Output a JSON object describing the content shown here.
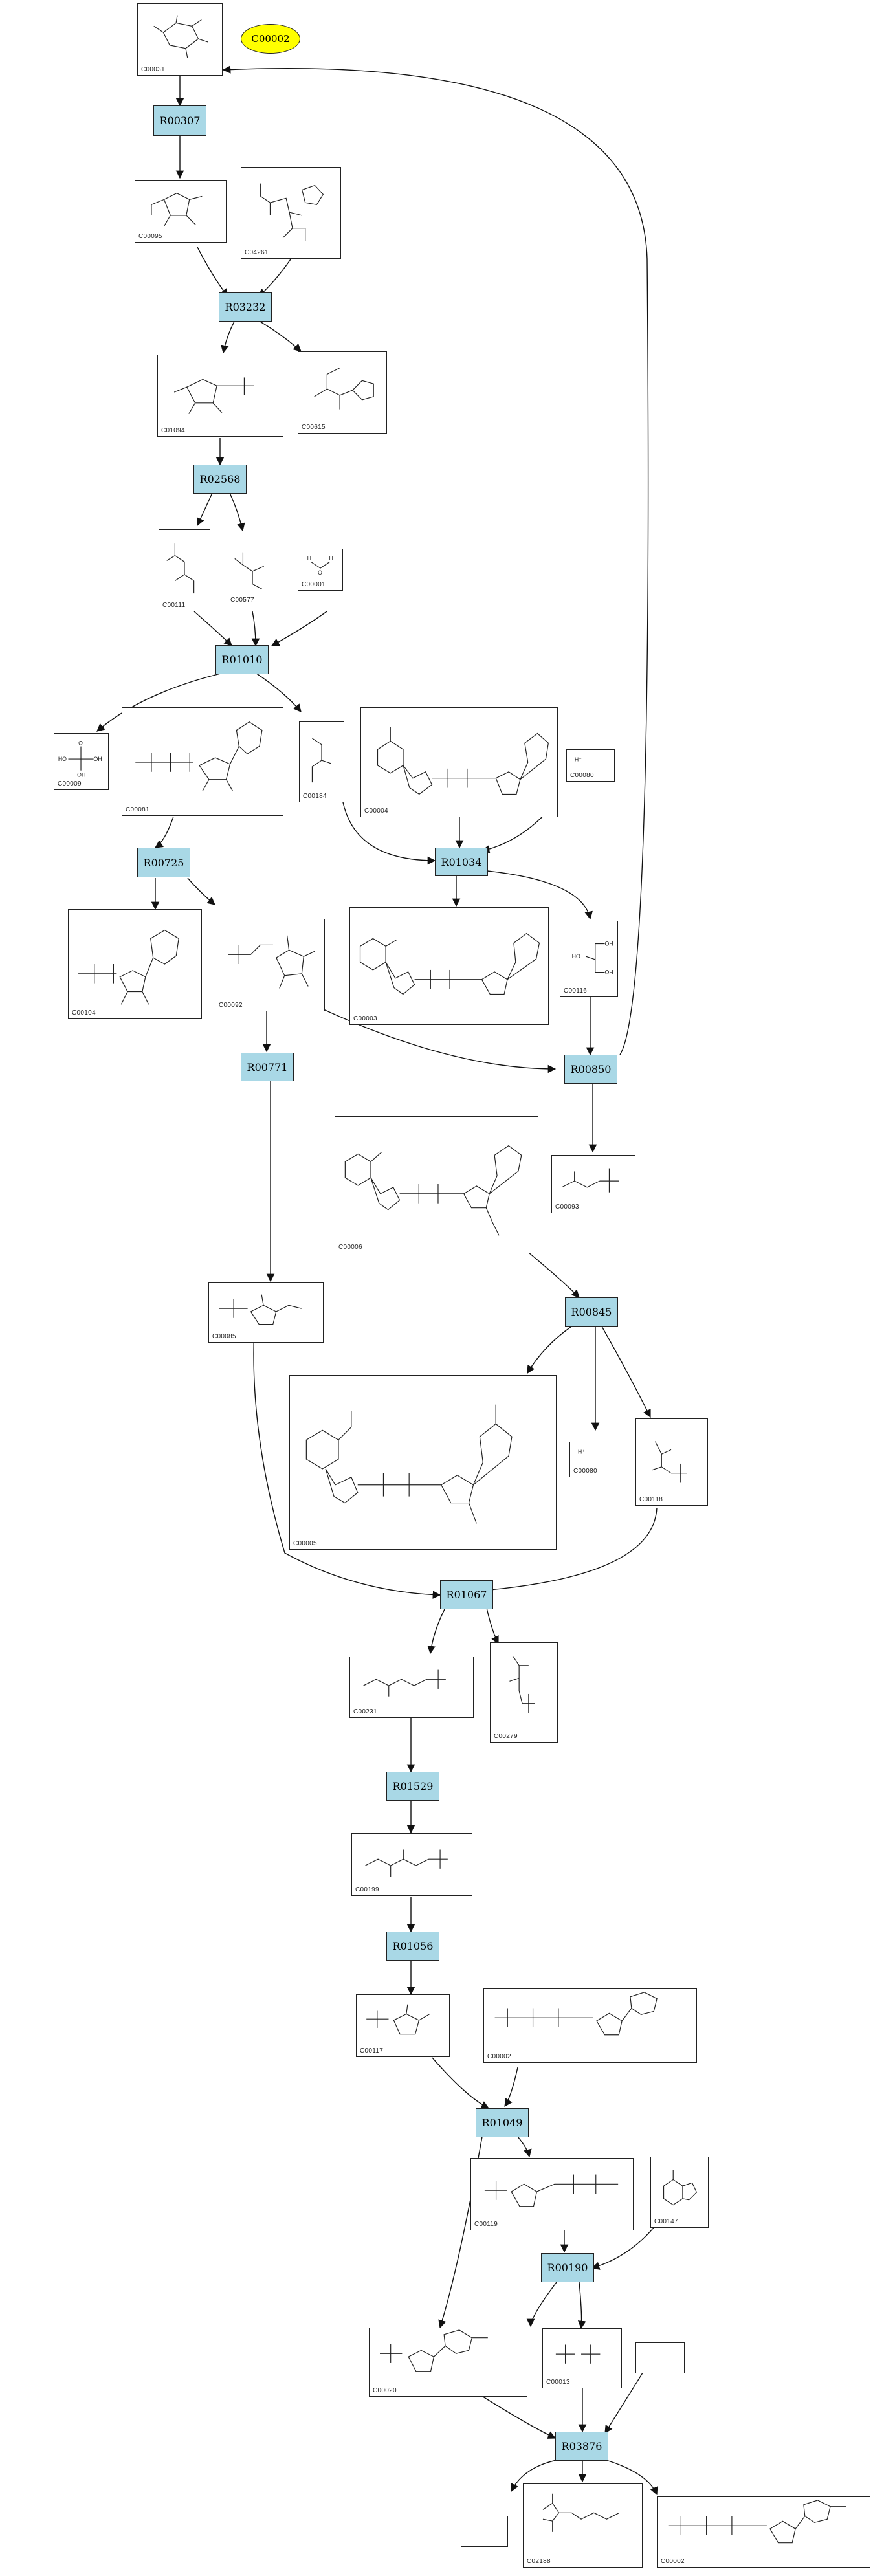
{
  "highlight": {
    "label": "C00002",
    "color": "#ffff00"
  },
  "reaction_color": "#a9d8e6",
  "reactions": [
    "R00307",
    "R03232",
    "R02568",
    "R01010",
    "R00725",
    "R01034",
    "R00771",
    "R00850",
    "R00845",
    "R01067",
    "R01529",
    "R01056",
    "R01049",
    "R00190",
    "R03876"
  ],
  "compounds": [
    "C00031",
    "C00095",
    "C04261",
    "C01094",
    "C00615",
    "C00111",
    "C00577",
    "C00001",
    "C00009",
    "C00081",
    "C00184",
    "C00004",
    "C00080",
    "C00104",
    "C00092",
    "C00003",
    "C00116",
    "C00085",
    "C00006",
    "C00093",
    "C00005",
    "C00080",
    "C00118",
    "C00231",
    "C00279",
    "C00199",
    "C00117",
    "C00002",
    "C00119",
    "C00147",
    "C00020",
    "C00013",
    "C02188",
    "C00002"
  ]
}
